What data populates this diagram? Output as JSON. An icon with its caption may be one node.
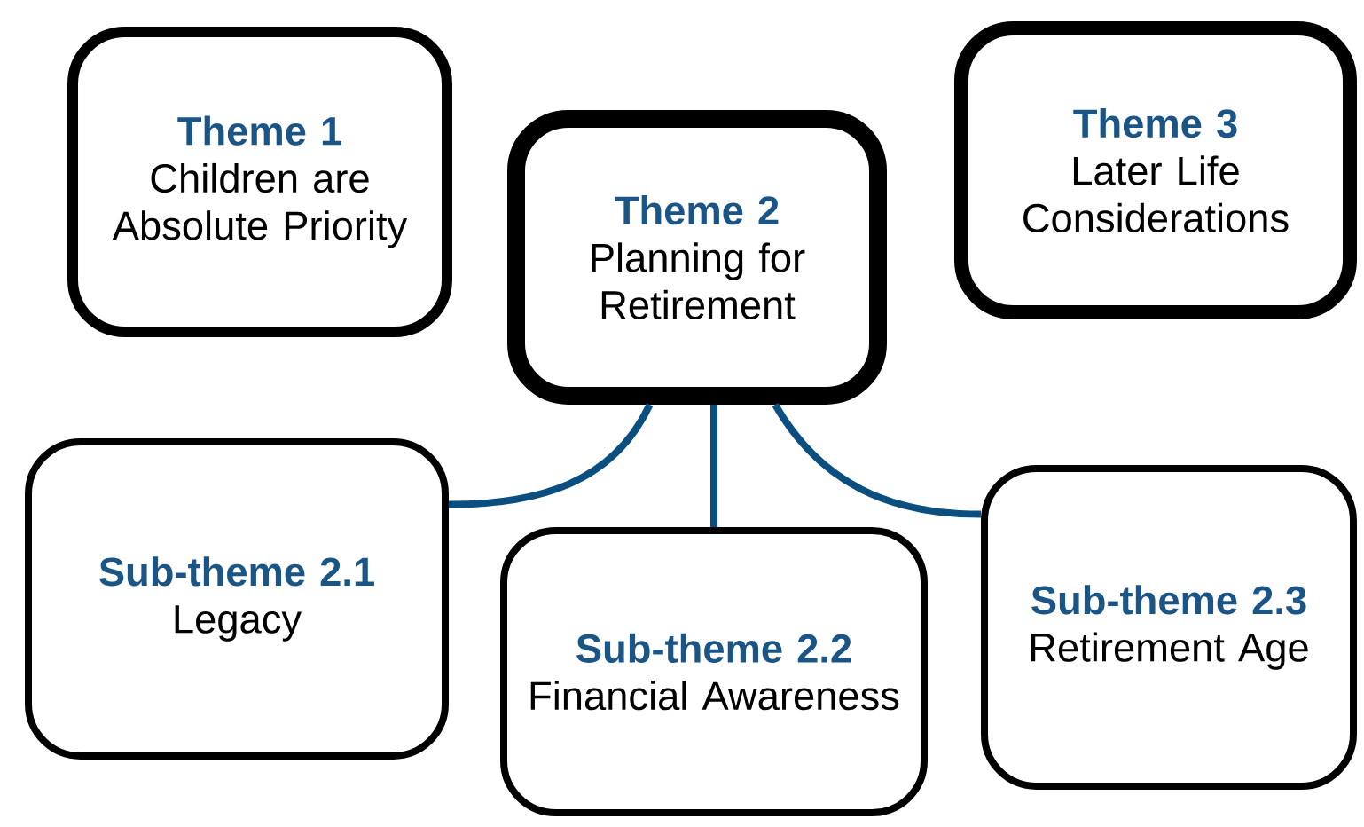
{
  "diagram": {
    "nodes": [
      {
        "text": [
          "Theme 1",
          "Children are Absolute Priority"
        ]
      },
      {
        "text": [
          "Theme 2",
          "Planning for Retirement"
        ]
      },
      {
        "text": [
          "Theme 3",
          "Later Life Considerations"
        ]
      },
      {
        "text": [
          "Sub-theme 2.1",
          "Legacy"
        ]
      },
      {
        "text": [
          "Sub-theme 2.2",
          "Financial Awareness"
        ]
      },
      {
        "text": [
          "Sub-theme 2.3",
          "Retirement Age"
        ]
      }
    ],
    "edges": [
      {
        "from": 1,
        "to": 3,
        "arrow": "none"
      },
      {
        "from": 1,
        "to": 4,
        "arrow": "none"
      },
      {
        "from": 1,
        "to": 5,
        "arrow": "none"
      }
    ]
  }
}
